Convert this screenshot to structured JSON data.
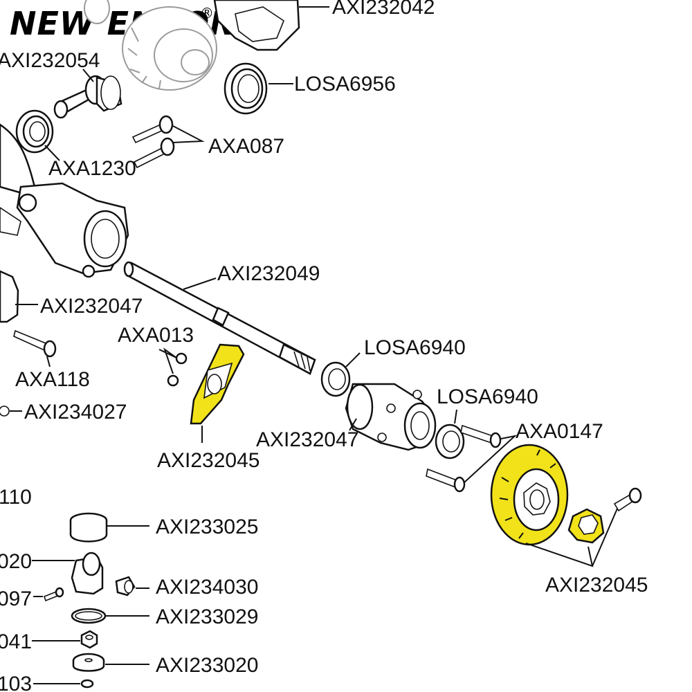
{
  "brand": {
    "name": "NEW ENRON",
    "registered_mark": "®"
  },
  "colors": {
    "highlight": "#f1e21a",
    "line": "#111111",
    "faded": "#9a9a9a",
    "background": "#ffffff"
  },
  "labels": {
    "axi232042": "AXI232042",
    "axi232054": "AXI232054",
    "losa6956": "LOSA6956",
    "axa087": "AXA087",
    "axa1230": "AXA1230",
    "axi232049": "AXI232049",
    "axi232047_left": "AXI232047",
    "axa013": "AXA013",
    "losa6940_a": "LOSA6940",
    "losa6940_b": "LOSA6940",
    "axa118": "AXA118",
    "axi234027": "AXI234027",
    "axi232047_center": "AXI232047",
    "axa0147": "AXA0147",
    "axi232045_left": "AXI232045",
    "axi232045_right": "AXI232045",
    "edge_110": "110",
    "axi233025": "AXI233025",
    "edge_020": "020",
    "axi234030": "AXI234030",
    "edge_097": "097",
    "axi233029": "AXI233029",
    "edge_041": "041",
    "axi233020": "AXI233020",
    "edge_103": "103"
  }
}
